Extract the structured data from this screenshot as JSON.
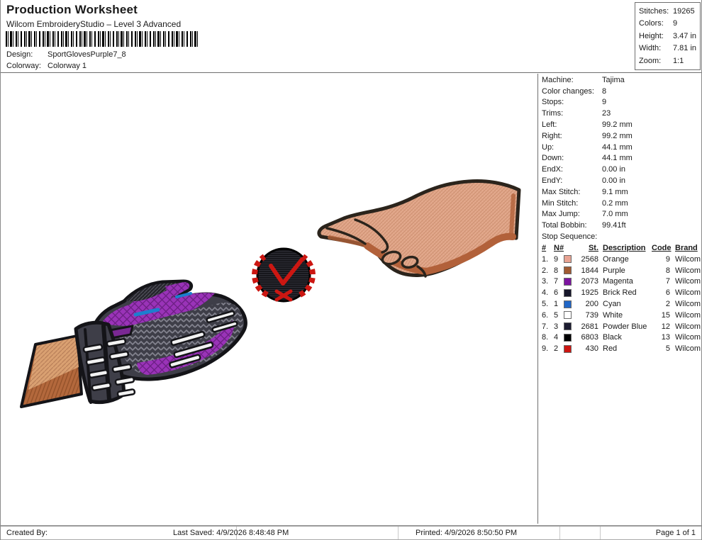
{
  "header": {
    "title": "Production Worksheet",
    "subtitle": "Wilcom EmbroideryStudio – Level 3 Advanced",
    "design_label": "Design:",
    "design_value": "SportGlovesPurple7_8",
    "colorway_label": "Colorway:",
    "colorway_value": "Colorway 1"
  },
  "icons": {
    "barcode_icon": "barcode-stripes"
  },
  "summary": {
    "rows": [
      {
        "label": "Stitches:",
        "value": "19265"
      },
      {
        "label": "Colors:",
        "value": "9"
      },
      {
        "label": "Height:",
        "value": "3.47 in"
      },
      {
        "label": "Width:",
        "value": "7.81 in"
      },
      {
        "label": "Zoom:",
        "value": "1:1"
      }
    ]
  },
  "machine_info": {
    "rows": [
      {
        "label": "Machine:",
        "value": "Tajima"
      },
      {
        "label": "Color changes:",
        "value": "8"
      },
      {
        "label": "Stops:",
        "value": "9"
      },
      {
        "label": "Trims:",
        "value": "23"
      },
      {
        "label": "Left:",
        "value": "99.2 mm"
      },
      {
        "label": "Right:",
        "value": "99.2 mm"
      },
      {
        "label": "Up:",
        "value": "44.1 mm"
      },
      {
        "label": "Down:",
        "value": "44.1 mm"
      },
      {
        "label": "EndX:",
        "value": "0.00 in"
      },
      {
        "label": "EndY:",
        "value": "0.00 in"
      },
      {
        "label": "Max Stitch:",
        "value": "9.1 mm"
      },
      {
        "label": "Min Stitch:",
        "value": "0.2 mm"
      },
      {
        "label": "Max Jump:",
        "value": "7.0 mm"
      },
      {
        "label": "Total Bobbin:",
        "value": "99.41ft"
      }
    ]
  },
  "stop_sequence": {
    "title": "Stop Sequence:",
    "headers": [
      "#",
      "N#",
      "St.",
      "Description",
      "Code",
      "Brand"
    ],
    "rows": [
      {
        "num": "1.",
        "n": "9",
        "swatch": "#e8a393",
        "st": "2568",
        "description": "Orange",
        "code": "9",
        "brand": "Wilcom"
      },
      {
        "num": "2.",
        "n": "8",
        "swatch": "#a05a32",
        "st": "1844",
        "description": "Purple",
        "code": "8",
        "brand": "Wilcom"
      },
      {
        "num": "3.",
        "n": "7",
        "swatch": "#7c14a0",
        "st": "2073",
        "description": "Magenta",
        "code": "7",
        "brand": "Wilcom"
      },
      {
        "num": "4.",
        "n": "6",
        "swatch": "#16162a",
        "st": "1925",
        "description": "Brick Red",
        "code": "6",
        "brand": "Wilcom"
      },
      {
        "num": "5.",
        "n": "1",
        "swatch": "#2166c6",
        "st": "200",
        "description": "Cyan",
        "code": "2",
        "brand": "Wilcom"
      },
      {
        "num": "6.",
        "n": "5",
        "swatch": "#ffffff",
        "st": "739",
        "description": "White",
        "code": "15",
        "brand": "Wilcom"
      },
      {
        "num": "7.",
        "n": "3",
        "swatch": "#1c1c30",
        "st": "2681",
        "description": "Powder Blue",
        "code": "12",
        "brand": "Wilcom"
      },
      {
        "num": "8.",
        "n": "4",
        "swatch": "#000000",
        "st": "6803",
        "description": "Black",
        "code": "13",
        "brand": "Wilcom"
      },
      {
        "num": "9.",
        "n": "2",
        "swatch": "#cc1511",
        "st": "430",
        "description": "Red",
        "code": "5",
        "brand": "Wilcom"
      }
    ]
  },
  "footer": {
    "created_by": "Created By:",
    "last_saved": "Last Saved: 4/9/2026 8:48:48 PM",
    "printed": "Printed: 4/9/2026 8:50:50 PM",
    "page": "Page 1 of 1"
  },
  "artwork_colors": {
    "hand_skin": "#e3a98d",
    "hand_skin_line": "#cd8f70",
    "hand_shadow": "#b2613a",
    "outline_dark": "#2b241c",
    "glove_dark": "#3e3e48",
    "glove_dark_line": "#82828e",
    "glove_outline": "#141418",
    "glove_purple": "#9a33b8",
    "glove_purple_line": "#6e2086",
    "glove_cyan": "#1d7ecf",
    "glove_white": "#f2f2f2",
    "forearm_tan": "#d9a071",
    "forearm_brown": "#b3683c",
    "forearm_line": "#8f4f28",
    "badge_black": "#17171c",
    "badge_line": "#2e2e36",
    "badge_red": "#cc1712"
  }
}
